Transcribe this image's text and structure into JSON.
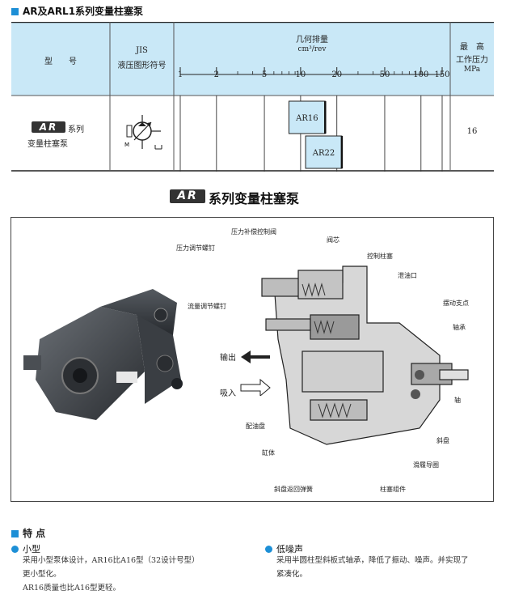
{
  "header": {
    "title": "AR及ARL1系列变量柱塞泵"
  },
  "table": {
    "col_model": "型　　号",
    "col_jis": [
      "JIS",
      "液压图形符号"
    ],
    "col_disp": [
      "几何排量",
      "cm³/rev"
    ],
    "col_pressure": [
      "最　高",
      "工作压力",
      "MPa"
    ],
    "scale_ticks": [
      "1",
      "2",
      "5",
      "10",
      "20",
      "50",
      "100",
      "150"
    ],
    "row_model_brand": "AR",
    "row_model_text1": "系列",
    "row_model_text2": "变量柱塞泵",
    "bars": [
      {
        "label": "AR16",
        "from": 8,
        "to": 16
      },
      {
        "label": "AR22",
        "from": 11,
        "to": 22
      }
    ],
    "pressure_value": "16",
    "colors": {
      "header_bg": "#c9e8f7",
      "bar_fill": "#c9e8f7",
      "accent": "#1d8fd6"
    }
  },
  "section": {
    "brand": "AR",
    "title": "系列变量柱塞泵"
  },
  "diagram": {
    "labels": {
      "pressure_comp": "压力补偿控制阀",
      "pressure_screw": "压力调节螺钉",
      "valve_core": "阀芯",
      "control_piston": "控制柱塞",
      "drain": "泄油口",
      "swing_fulcrum": "摆动支点",
      "flow_screw": "流量调节螺钉",
      "bearing": "轴承",
      "outlet": "输出",
      "inlet": "吸入",
      "shaft": "轴",
      "port_plate": "配油盘",
      "swash_plate": "斜盘",
      "cylinder": "缸体",
      "slipper_guide": "滑履导圈",
      "return_spring": "斜盘返回弹簧",
      "piston_assy": "柱塞组件"
    }
  },
  "features": {
    "title": "特 点",
    "items": [
      {
        "heading": "小型",
        "lines": [
          "采用小型泵体设计，AR16比A16型（32设计号型）",
          "更小型化。",
          "AR16质量也比A16型更轻。"
        ]
      },
      {
        "heading": "低噪声",
        "lines": [
          "采用半圆柱型斜板式轴承，降低了振动、噪声。并实现了",
          "紧凑化。"
        ]
      }
    ]
  }
}
